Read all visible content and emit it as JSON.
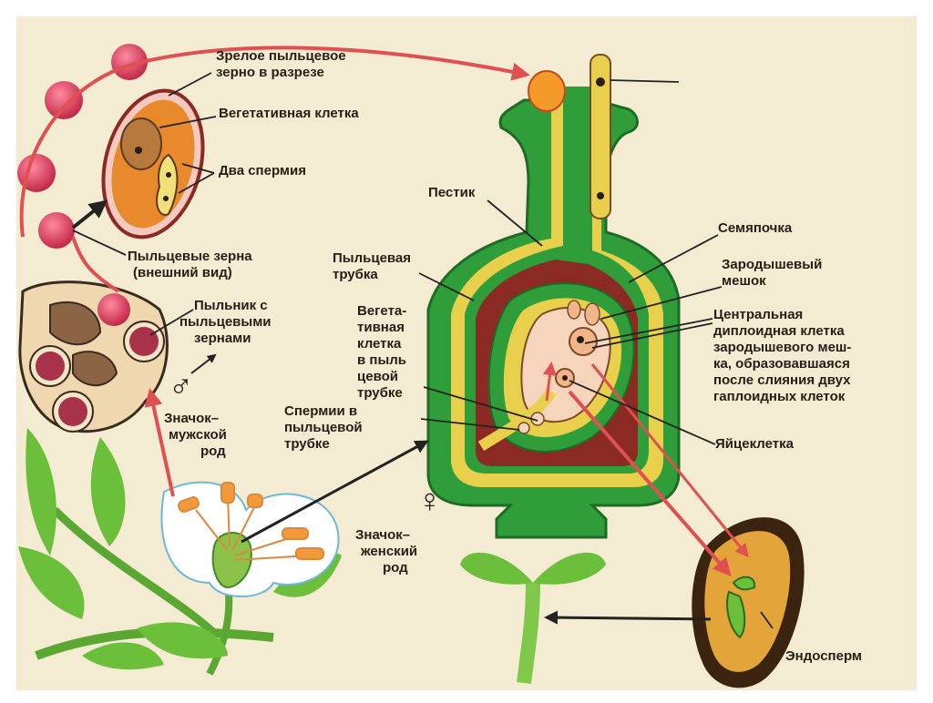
{
  "labels": {
    "pollen_section": [
      "Зрелое пыльцевое",
      "зерно в разрезе"
    ],
    "vegetative_cell": "Вегетативная клетка",
    "two_sperm": "Два спермия",
    "pollen_grains": [
      "Пыльцевые зерна",
      "(внешний вид)"
    ],
    "anther": [
      "Пыльник с",
      "пыльцевыми",
      "зернами"
    ],
    "male_sign": [
      "Значок–",
      "мужской",
      "род"
    ],
    "pistil": "Пестик",
    "pollen_tube": [
      "Пыльцевая",
      "трубка"
    ],
    "tube_vegetative": [
      "Вегета-",
      "тивная",
      "клетка",
      "в пыль",
      "цевой",
      "трубке"
    ],
    "tube_sperm": [
      "Спермии в",
      "пыльцевой",
      "трубке"
    ],
    "female_sign": [
      "Значок–",
      "женский",
      "род"
    ],
    "ovule": "Семяпочка",
    "embryo_sac": [
      "Зародышевый",
      "мешок"
    ],
    "central_cell": [
      "Центральная",
      "диплоидная клетка",
      "зародышевого меш-",
      "ка, образовавшаяся",
      "после слияния двух",
      "гаплоидных клеток"
    ],
    "egg_cell": "Яйцеклетка",
    "endosperm": "Эндосперм"
  },
  "symbols": {
    "male": "♂",
    "female": "♀"
  },
  "colors": {
    "background": "#f3ebd2",
    "green": "#2f9e3a",
    "yellow": "#e8cf4c",
    "maroon": "#8a2a22",
    "orange": "#e48a2e",
    "pollen": "#d23a57",
    "arrow_red": "#e05050",
    "arrow_black": "#222222"
  }
}
